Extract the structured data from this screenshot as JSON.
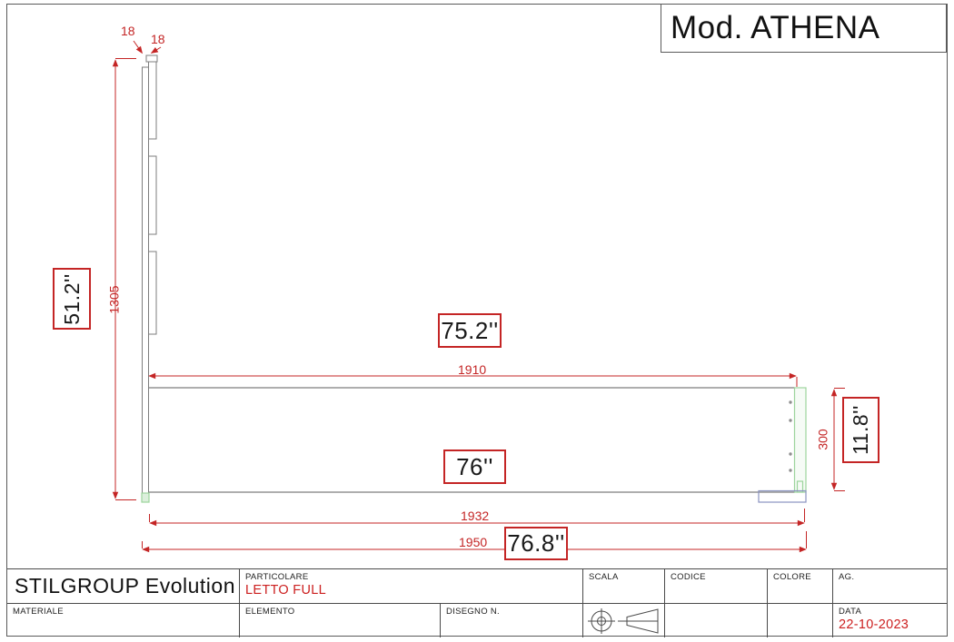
{
  "model_box": {
    "label": "Mod. ATHENA"
  },
  "dims": {
    "thickness_left": "18",
    "thickness_right": "18",
    "headboard_height_mm": "1305",
    "headboard_height_in": "51.2''",
    "frame_length_mm": "1910",
    "frame_length_in": "75.2''",
    "base_length_mm": "1932",
    "base_length_in": "76''",
    "overall_length_mm": "1950",
    "overall_length_in": "76.8''",
    "footboard_height_mm": "300",
    "footboard_height_in": "11.8''"
  },
  "title_block": {
    "company": "STILGROUP Evolution",
    "particolare_label": "PARTICOLARE",
    "particolare_value": "LETTO FULL",
    "scala_label": "SCALA",
    "codice_label": "CODICE",
    "colore_label": "COLORE",
    "ag_label": "AG.",
    "materiale_label": "MATERIALE",
    "elemento_label": "ELEMENTO",
    "disegno_label": "DISEGNO N.",
    "data_label": "DATA",
    "data_value": "22-10-2023"
  },
  "colors": {
    "dimension_red": "#c42525",
    "line_gray": "#7d7d7d",
    "footboard_green": "#9cd49c",
    "leg_blue": "#8a93c0"
  }
}
